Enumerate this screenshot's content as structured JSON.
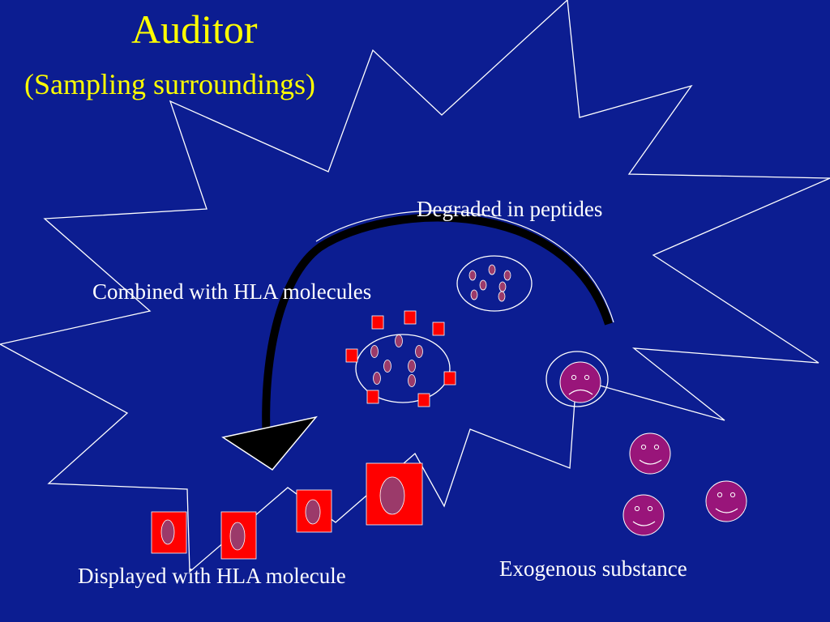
{
  "slide": {
    "title": "Auditor",
    "subtitle": "(Sampling surroundings)"
  },
  "labels": {
    "degraded": "Degraded in peptides",
    "combined": "Combined with HLA molecules",
    "displayed": "Displayed with HLA molecule",
    "exogenous": "Exogenous substance"
  },
  "colors": {
    "background": "#0c1d91",
    "title": "#ffff00",
    "text": "#ffffff",
    "outline": "#ffffff",
    "hla_molecule": "#ff0000",
    "peptide": "#9b3a6a",
    "exogenous_face": "#99157a",
    "arrow": "#000000"
  },
  "icons": {
    "cell": "star-outline",
    "arrow": "curved-arrow",
    "substance": "smiley-face"
  }
}
